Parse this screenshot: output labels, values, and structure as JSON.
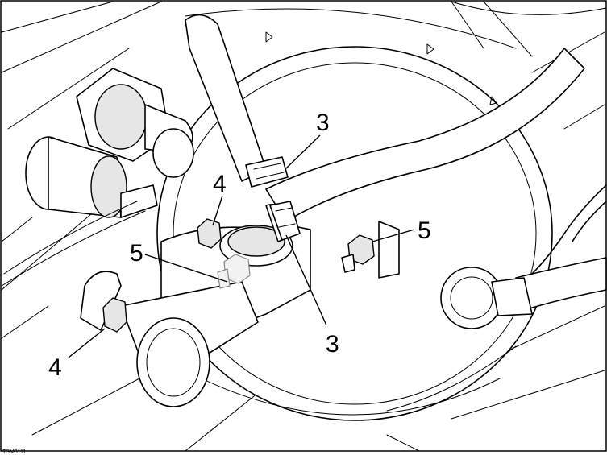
{
  "figure": {
    "reference_code": "TSM0111",
    "callouts": [
      {
        "id": "callout-3-top",
        "label": "3"
      },
      {
        "id": "callout-3-bottom",
        "label": "3"
      },
      {
        "id": "callout-4-upper",
        "label": "4"
      },
      {
        "id": "callout-4-lower",
        "label": "4"
      },
      {
        "id": "callout-5-left",
        "label": "5"
      },
      {
        "id": "callout-5-right",
        "label": "5"
      }
    ]
  }
}
